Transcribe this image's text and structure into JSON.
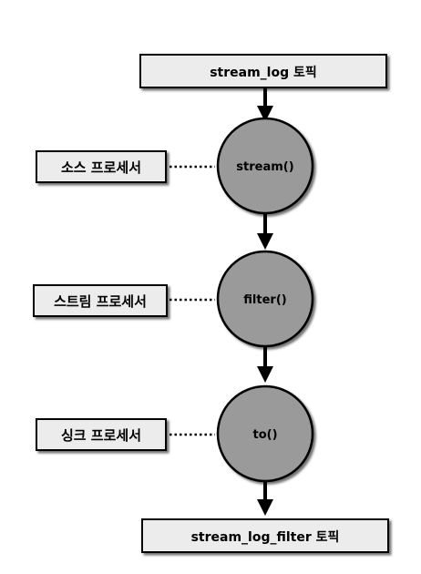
{
  "topics": {
    "input": "stream_log 토픽",
    "output": "stream_log_filter 토픽"
  },
  "processors": [
    {
      "kind": "소스 프로세서",
      "node": "stream()"
    },
    {
      "kind": "스트림 프로세서",
      "node": "filter()"
    },
    {
      "kind": "싱크 프로세서",
      "node": "to()"
    }
  ],
  "colors": {
    "box_fill": "#ececec",
    "node_fill": "#9a9a9a",
    "stroke": "#000000"
  }
}
